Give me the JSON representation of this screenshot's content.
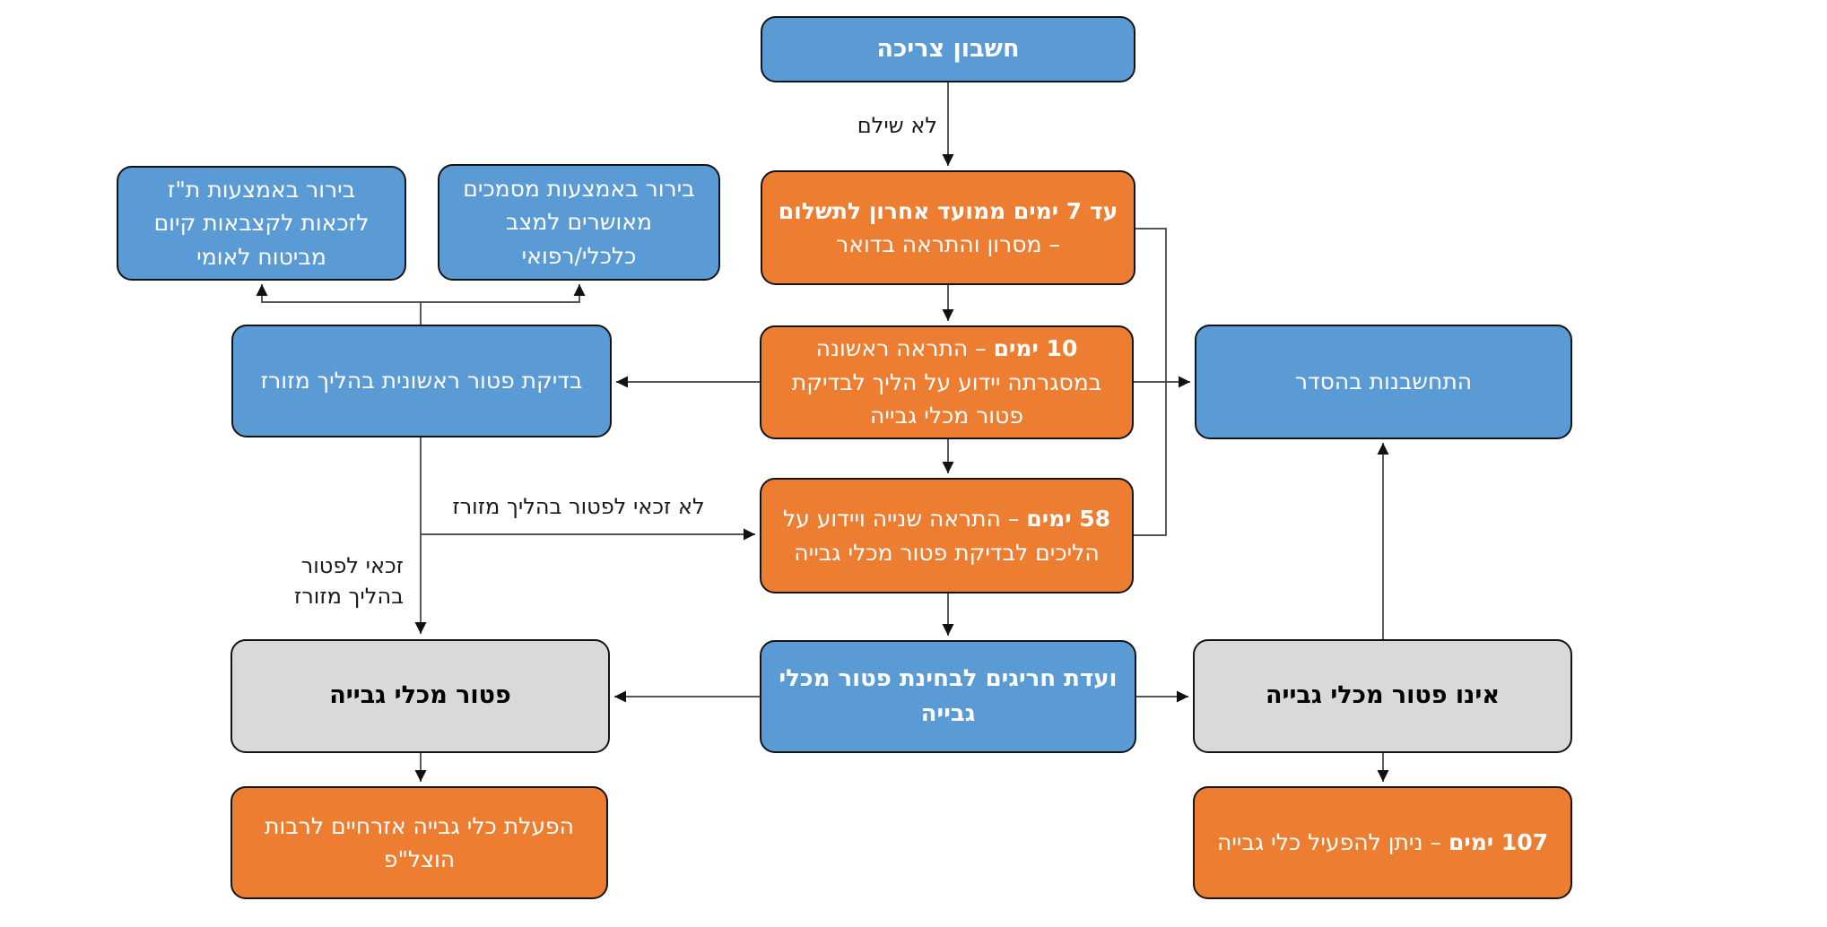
{
  "diagram": {
    "colors": {
      "node_blue": "#5B9BD5",
      "node_orange": "#ED7D31",
      "node_gray": "#D9D9D9",
      "border": "#141414",
      "connector": "#3d3d3d",
      "arrowhead": "#111111"
    },
    "nodes": {
      "bill": {
        "text": "חשבון צריכה"
      },
      "day7": {
        "bold": "עד 7 ימים ממועד אחרון לתשלום",
        "rest": " – מסרון והתראה בדואר"
      },
      "day10": {
        "bold": "10 ימים",
        "rest": " – התראה ראשונה במסגרתה יידוע על הליך לבדיקת פטור מכלי גבייה"
      },
      "day58": {
        "bold": "58 ימים",
        "rest": " – התראה שנייה ויידוע על הליכים לבדיקת פטור מכלי גבייה"
      },
      "committee": {
        "text": "ועדת חריגים לבחינת פטור מכלי גבייה"
      },
      "id_check": {
        "text": "בירור באמצעות ת\"ז לזכאות לקצבאות קיום מביטוח לאומי"
      },
      "docs_check": {
        "text": "בירור באמצעות מסמכים מאושרים למצב כלכלי/רפואי"
      },
      "fast_check": {
        "text": "בדיקת פטור ראשונית בהליך מזורז"
      },
      "exempt": {
        "text": "פטור מכלי גבייה"
      },
      "civil_tools": {
        "text": "הפעלת כלי גבייה אזרחיים לרבות הוצל\"פ"
      },
      "settlement": {
        "text": "התחשבנות בהסדר"
      },
      "not_exempt": {
        "text": "אינו פטור מכלי גבייה"
      },
      "day107": {
        "bold": "107 ימים",
        "rest": " – ניתן להפעיל כלי גבייה"
      }
    },
    "edge_labels": {
      "not_paid": "לא שילם",
      "not_entitled_fast_track": "לא זכאי לפטור בהליך מזורז",
      "entitled_line1": "זכאי לפטור",
      "entitled_line2": "בהליך מזורז"
    }
  }
}
